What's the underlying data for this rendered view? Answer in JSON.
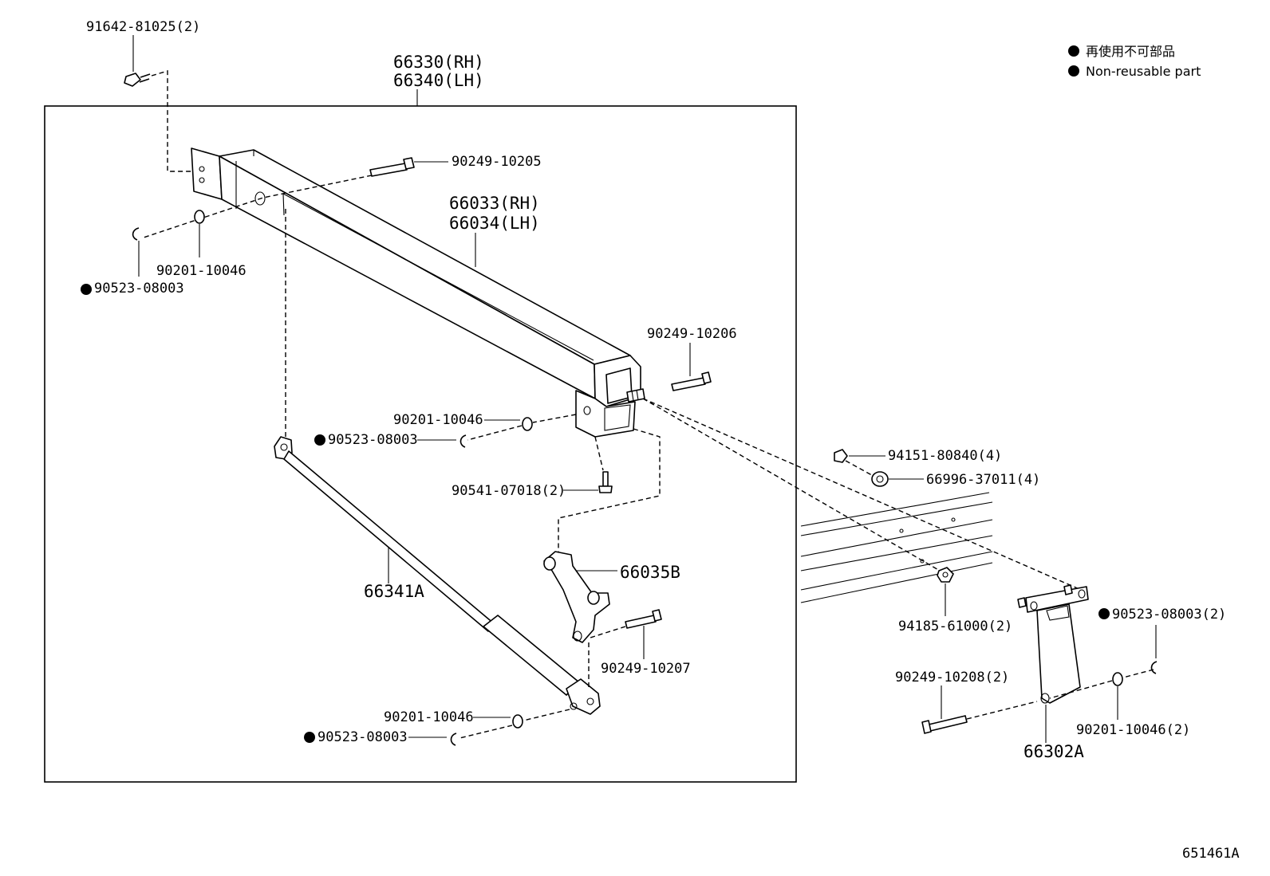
{
  "legend": {
    "jp": "再使用不可部品",
    "en": "Non-reusable part"
  },
  "diagram_id": "651461A",
  "labels": {
    "bolt_top": "91642-81025(2)",
    "assy_rh": "66330(RH)",
    "assy_lh": "66340(LH)",
    "pin_top": "90249-10205",
    "rail_rh": "66033(RH)",
    "rail_lh": "66034(LH)",
    "washer_top": "90201-10046",
    "clip_top": "90523-08003",
    "pin_mid": "90249-10206",
    "washer_mid": "90201-10046",
    "clip_mid": "90523-08003",
    "screw_mid": "90541-07018(2)",
    "bracket": "66035B",
    "strut": "66341A",
    "pin_low": "90249-10207",
    "washer_low": "90201-10046",
    "clip_low": "90523-08003",
    "nut_right": "94151-80840(4)",
    "retainer_right": "66996-37011(4)",
    "nut_mid_right": "94185-61000(2)",
    "clip_right": "90523-08003(2)",
    "pin_right": "90249-10208(2)",
    "washer_right": "90201-10046(2)",
    "hinge": "66302A"
  }
}
